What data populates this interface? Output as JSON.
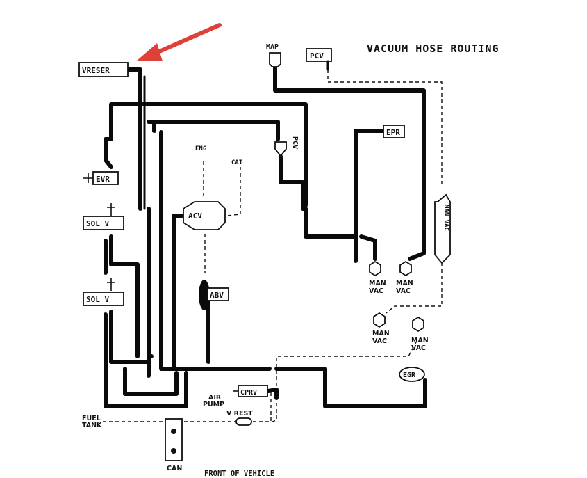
{
  "title": "VACUUM HOSE ROUTING",
  "footer": "FRONT OF VEHICLE",
  "colors": {
    "line": "#0a0a0a",
    "arrow": "#e0403a",
    "background": "#ffffff"
  },
  "components": {
    "vreser": "VRESER",
    "evr": "EVR",
    "sol_v_upper": "SOL V",
    "sol_v_lower": "SOL V",
    "map": "MAP",
    "pcv": "PCV",
    "pcv_valve": "PCV",
    "epr": "EPR",
    "acv": "ACV",
    "abv": "ABV",
    "eng": "ENG",
    "cat": "CAT",
    "cprv": "CPRV",
    "v_rest": "V REST",
    "air_pump_line1": "AIR",
    "air_pump_line2": "PUMP",
    "fuel_tank_line1": "FUEL",
    "fuel_tank_line2": "TANK",
    "can": "CAN",
    "egr": "EGR",
    "man_vac_vertical": "MAN VAC",
    "man_vac_label_top": "MAN",
    "man_vac_label_bottom": "VAC"
  },
  "annotation": {
    "type": "pointer-arrow",
    "target": "vreser"
  }
}
